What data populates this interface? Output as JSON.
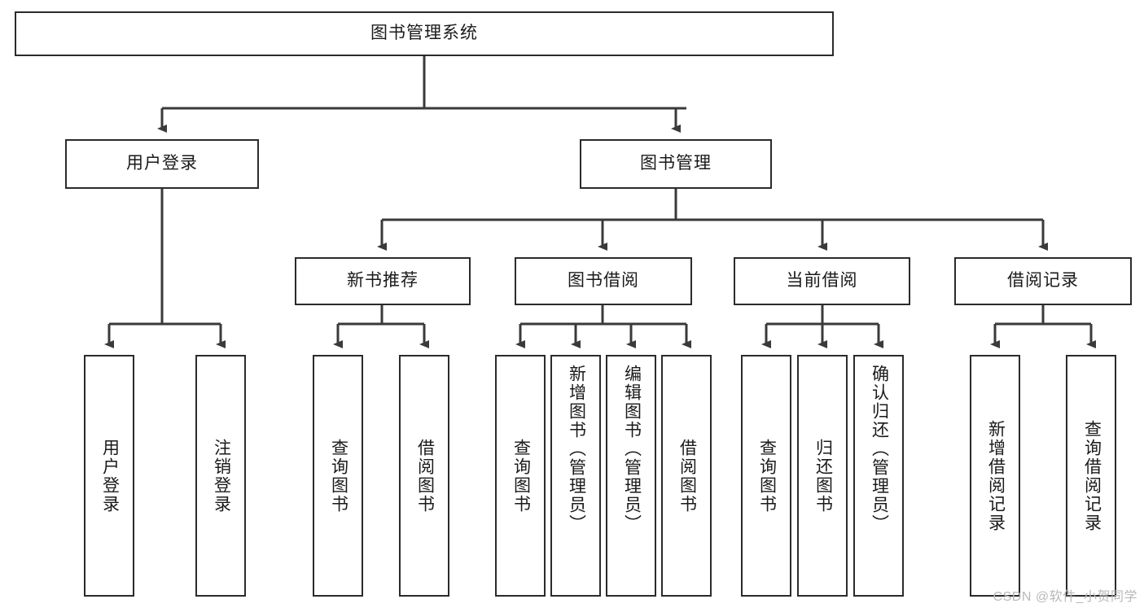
{
  "diagram": {
    "type": "tree-hierarchy-chart",
    "title": "图书管理系统",
    "colors": {
      "background": "#ffffff",
      "box_border": "#2b2b2b",
      "box_fill": "#ffffff",
      "text": "#1a1a1a",
      "connector": "#3a3a3a",
      "watermark": "#b9b9b9"
    },
    "root": {
      "label": "图书管理系统"
    },
    "level2": [
      {
        "label": "用户登录"
      },
      {
        "label": "图书管理"
      }
    ],
    "level3": [
      {
        "label": "新书推荐"
      },
      {
        "label": "图书借阅"
      },
      {
        "label": "当前借阅"
      },
      {
        "label": "借阅记录"
      }
    ],
    "leaves": {
      "user_login": [
        {
          "label": "用户登录"
        },
        {
          "label": "注销登录"
        }
      ],
      "new_book_recommend": [
        {
          "label": "查询图书"
        },
        {
          "label": "借阅图书"
        }
      ],
      "book_borrow": [
        {
          "label": "查询图书"
        },
        {
          "label": "新增图书（管理员）"
        },
        {
          "label": "编辑图书（管理员）"
        },
        {
          "label": "借阅图书"
        }
      ],
      "current_borrow": [
        {
          "label": "查询图书"
        },
        {
          "label": "归还图书"
        },
        {
          "label": "确认归还（管理员）"
        }
      ],
      "borrow_records": [
        {
          "label": "新增借阅记录"
        },
        {
          "label": "查询借阅记录"
        }
      ]
    }
  },
  "watermark": {
    "text": "CSDN @软件_小贺同学"
  }
}
